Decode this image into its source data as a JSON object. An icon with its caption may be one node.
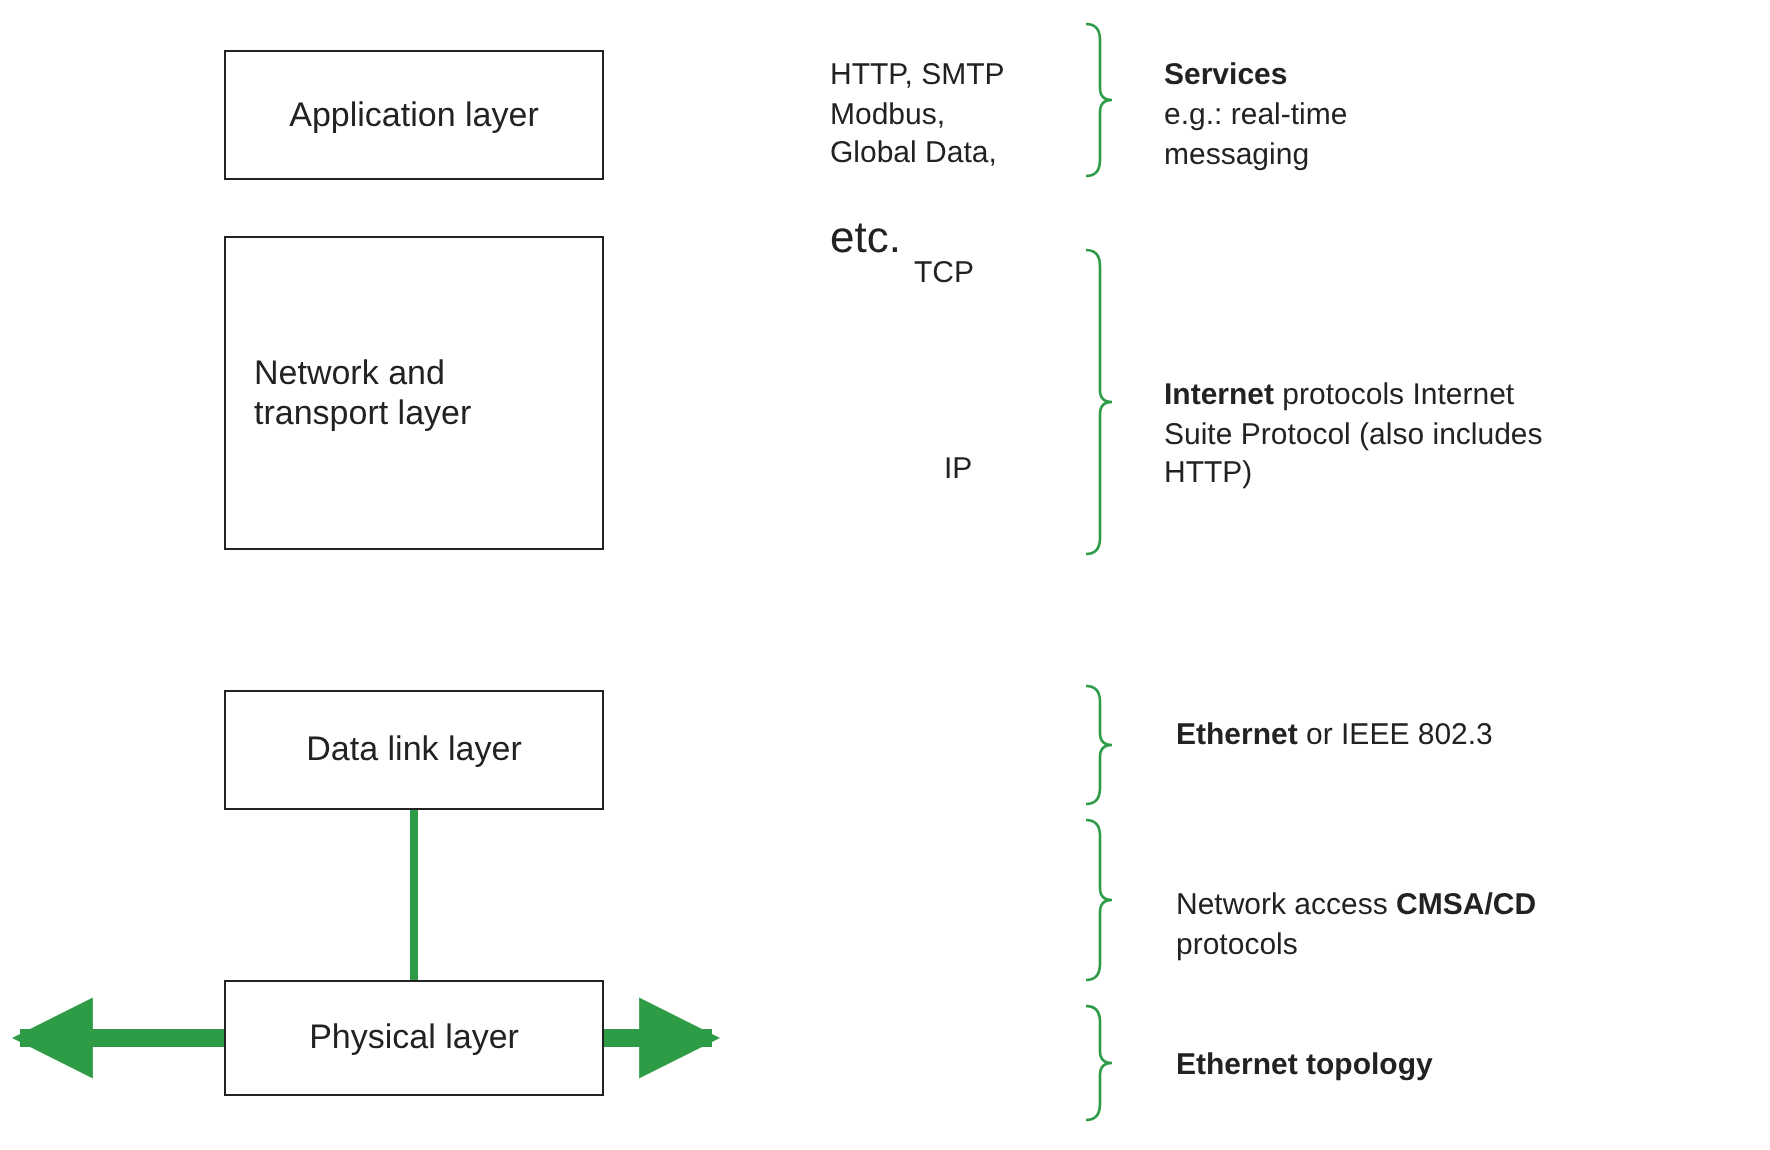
{
  "diagram": {
    "nodes": [
      {
        "text": [
          "Application layer"
        ]
      },
      {
        "text": [
          "Network and transport layer"
        ]
      },
      {
        "text": [
          "Data link layer"
        ]
      },
      {
        "text": [
          "Physical layer"
        ]
      }
    ],
    "edges": [
      {
        "from": 2,
        "to": 3,
        "arrow": "none"
      },
      {
        "from": 3,
        "to": null,
        "arrow": "to"
      },
      {
        "from": 3,
        "to": null,
        "arrow": "to"
      }
    ],
    "labels": [
      "HTTP, SMTP Modbus, Global Data,",
      "etc.",
      "TCP",
      "IP",
      "**Services**",
      "e.g.: real-time messaging",
      "**Internet** protocols Internet Suite Protocol (also includes HTTP)",
      "**Ethernet** or IEEE 802.3",
      "Network access **CMSA/CD** protocols",
      "Ethernet topology"
    ]
  }
}
